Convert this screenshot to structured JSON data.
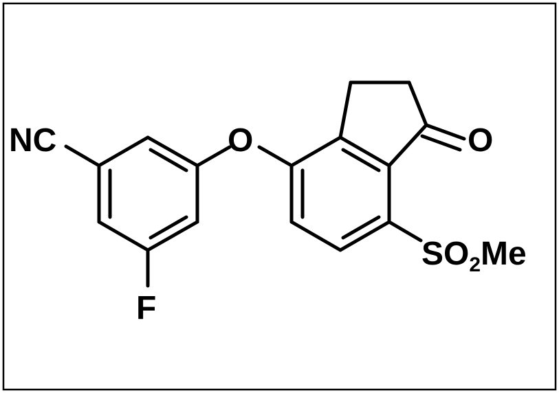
{
  "molecule": {
    "labels": {
      "nitrile": "NC",
      "ether_oxygen": "O",
      "ketone_oxygen": "O",
      "fluorine": "F",
      "sulfonyl_main": "SO",
      "sulfonyl_subscript": "2",
      "sulfonyl_tail": "Me"
    },
    "colors": {
      "line": "#000000",
      "background": "#ffffff"
    }
  }
}
